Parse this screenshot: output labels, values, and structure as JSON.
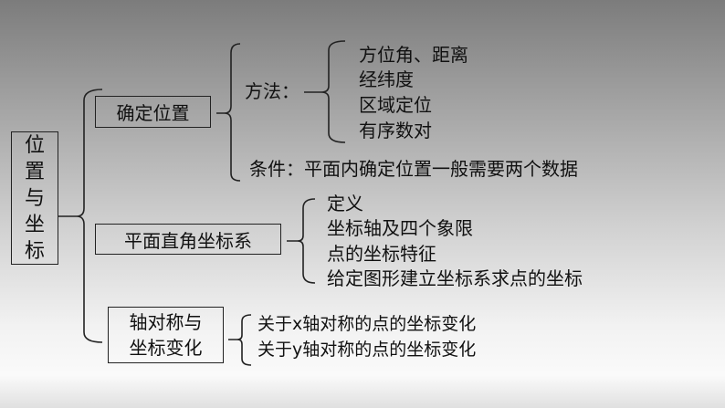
{
  "root": {
    "chars": [
      "位",
      "置",
      "与",
      "坐",
      "标"
    ]
  },
  "branch1": {
    "label": "确定位置",
    "method_label": "方法：",
    "methods": [
      "方位角、距离",
      "经纬度",
      "区域定位",
      "有序数对"
    ],
    "condition": "条件：平面内确定位置一般需要两个数据"
  },
  "branch2": {
    "label": "平面直角坐标系",
    "items": [
      "定义",
      "坐标轴及四个象限",
      "点的坐标特征",
      "给定图形建立坐标系求点的坐标"
    ]
  },
  "branch3": {
    "label_lines": [
      "轴对称与",
      "坐标变化"
    ],
    "items": [
      "关于x轴对称的点的坐标变化",
      "关于y轴对称的点的坐标变化"
    ]
  }
}
